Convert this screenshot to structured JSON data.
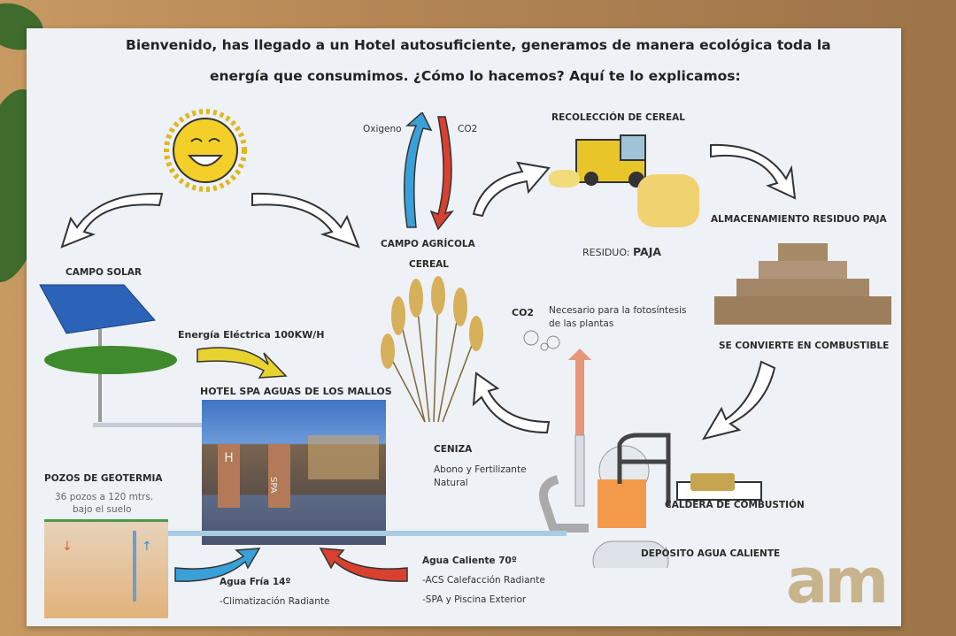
{
  "title": {
    "line1": "Bienvenido, has llegado a un Hotel autosuficiente, generamos de manera ecológica toda la",
    "line2": "energía que consumimos. ¿Cómo lo hacemos? Aquí te lo explicamos:"
  },
  "labels": {
    "oxigeno": "Oxigeno",
    "co2_top": "CO2",
    "recoleccion": "RECOLECCIÓN DE CEREAL",
    "almacenamiento": "ALMACENAMIENTO RESIDUO PAJA",
    "campo_agricola": "CAMPO AGRÍCOLA",
    "cereal": "CEREAL",
    "residuo_prefix": "RESIDUO:",
    "residuo_value": "PAJA",
    "campo_solar": "CAMPO SOLAR",
    "energia": "Energía Eléctrica 100KW/H",
    "hotel": "HOTEL SPA AGUAS DE LOS MALLOS",
    "co2": "CO2",
    "co2_desc1": "Necesario para la fotosíntesis",
    "co2_desc2": "de las plantas",
    "se_convierte": "SE CONVIERTE EN COMBUSTIBLE",
    "ceniza": "CENIZA",
    "ceniza_desc1": "Abono y Fertilizante",
    "ceniza_desc2": "Natural",
    "pozos": "POZOS DE GEOTERMIA",
    "pozos_desc1": "36 pozos a 120 mtrs.",
    "pozos_desc2": "bajo el suelo",
    "caldera": "CALDERA DE COMBUSTIÓN",
    "deposito": "DEPÓSITO AGUA CALIENTE",
    "agua_fria": "Agua Fría 14º",
    "climatizacion": "-Climatización  Radiante",
    "agua_caliente": "Agua Caliente 70º",
    "acs": "-ACS Calefacción Radiante",
    "spa": "-SPA y Piscina Exterior",
    "logo": "am",
    "sign_h": "H",
    "sign_spa": "SPA"
  },
  "colors": {
    "poster": "#eef1f5",
    "blue_arrow": "#3aa0d8",
    "red_arrow": "#d8412f",
    "yellow_arrow": "#e8d230",
    "logo": "#c8b48c"
  }
}
